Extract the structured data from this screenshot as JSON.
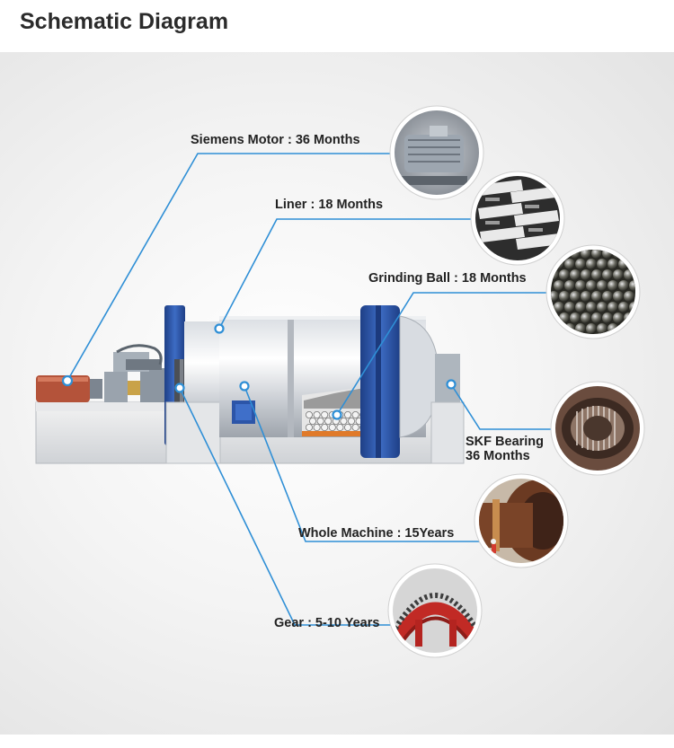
{
  "header": {
    "title": "Schematic Diagram"
  },
  "colors": {
    "leader_line": "#2f8fd6",
    "frame_blue": "#2c55a8"
  },
  "components": [
    {
      "id": "motor",
      "label": "Siemens Motor : 36 Months",
      "icon": "motor-photo"
    },
    {
      "id": "liner",
      "label": "Liner : 18 Months",
      "icon": "liner-photo"
    },
    {
      "id": "ball",
      "label": "Grinding Ball : 18 Months",
      "icon": "grinding-balls-photo"
    },
    {
      "id": "bearing",
      "label_line1": "SKF Bearing",
      "label_line2": "36 Months",
      "icon": "bearing-photo"
    },
    {
      "id": "machine",
      "label": "Whole Machine  : 15Years",
      "icon": "mill-shell-photo"
    },
    {
      "id": "gear",
      "label": "Gear : 5-10 Years",
      "icon": "girth-gear-photo"
    }
  ]
}
